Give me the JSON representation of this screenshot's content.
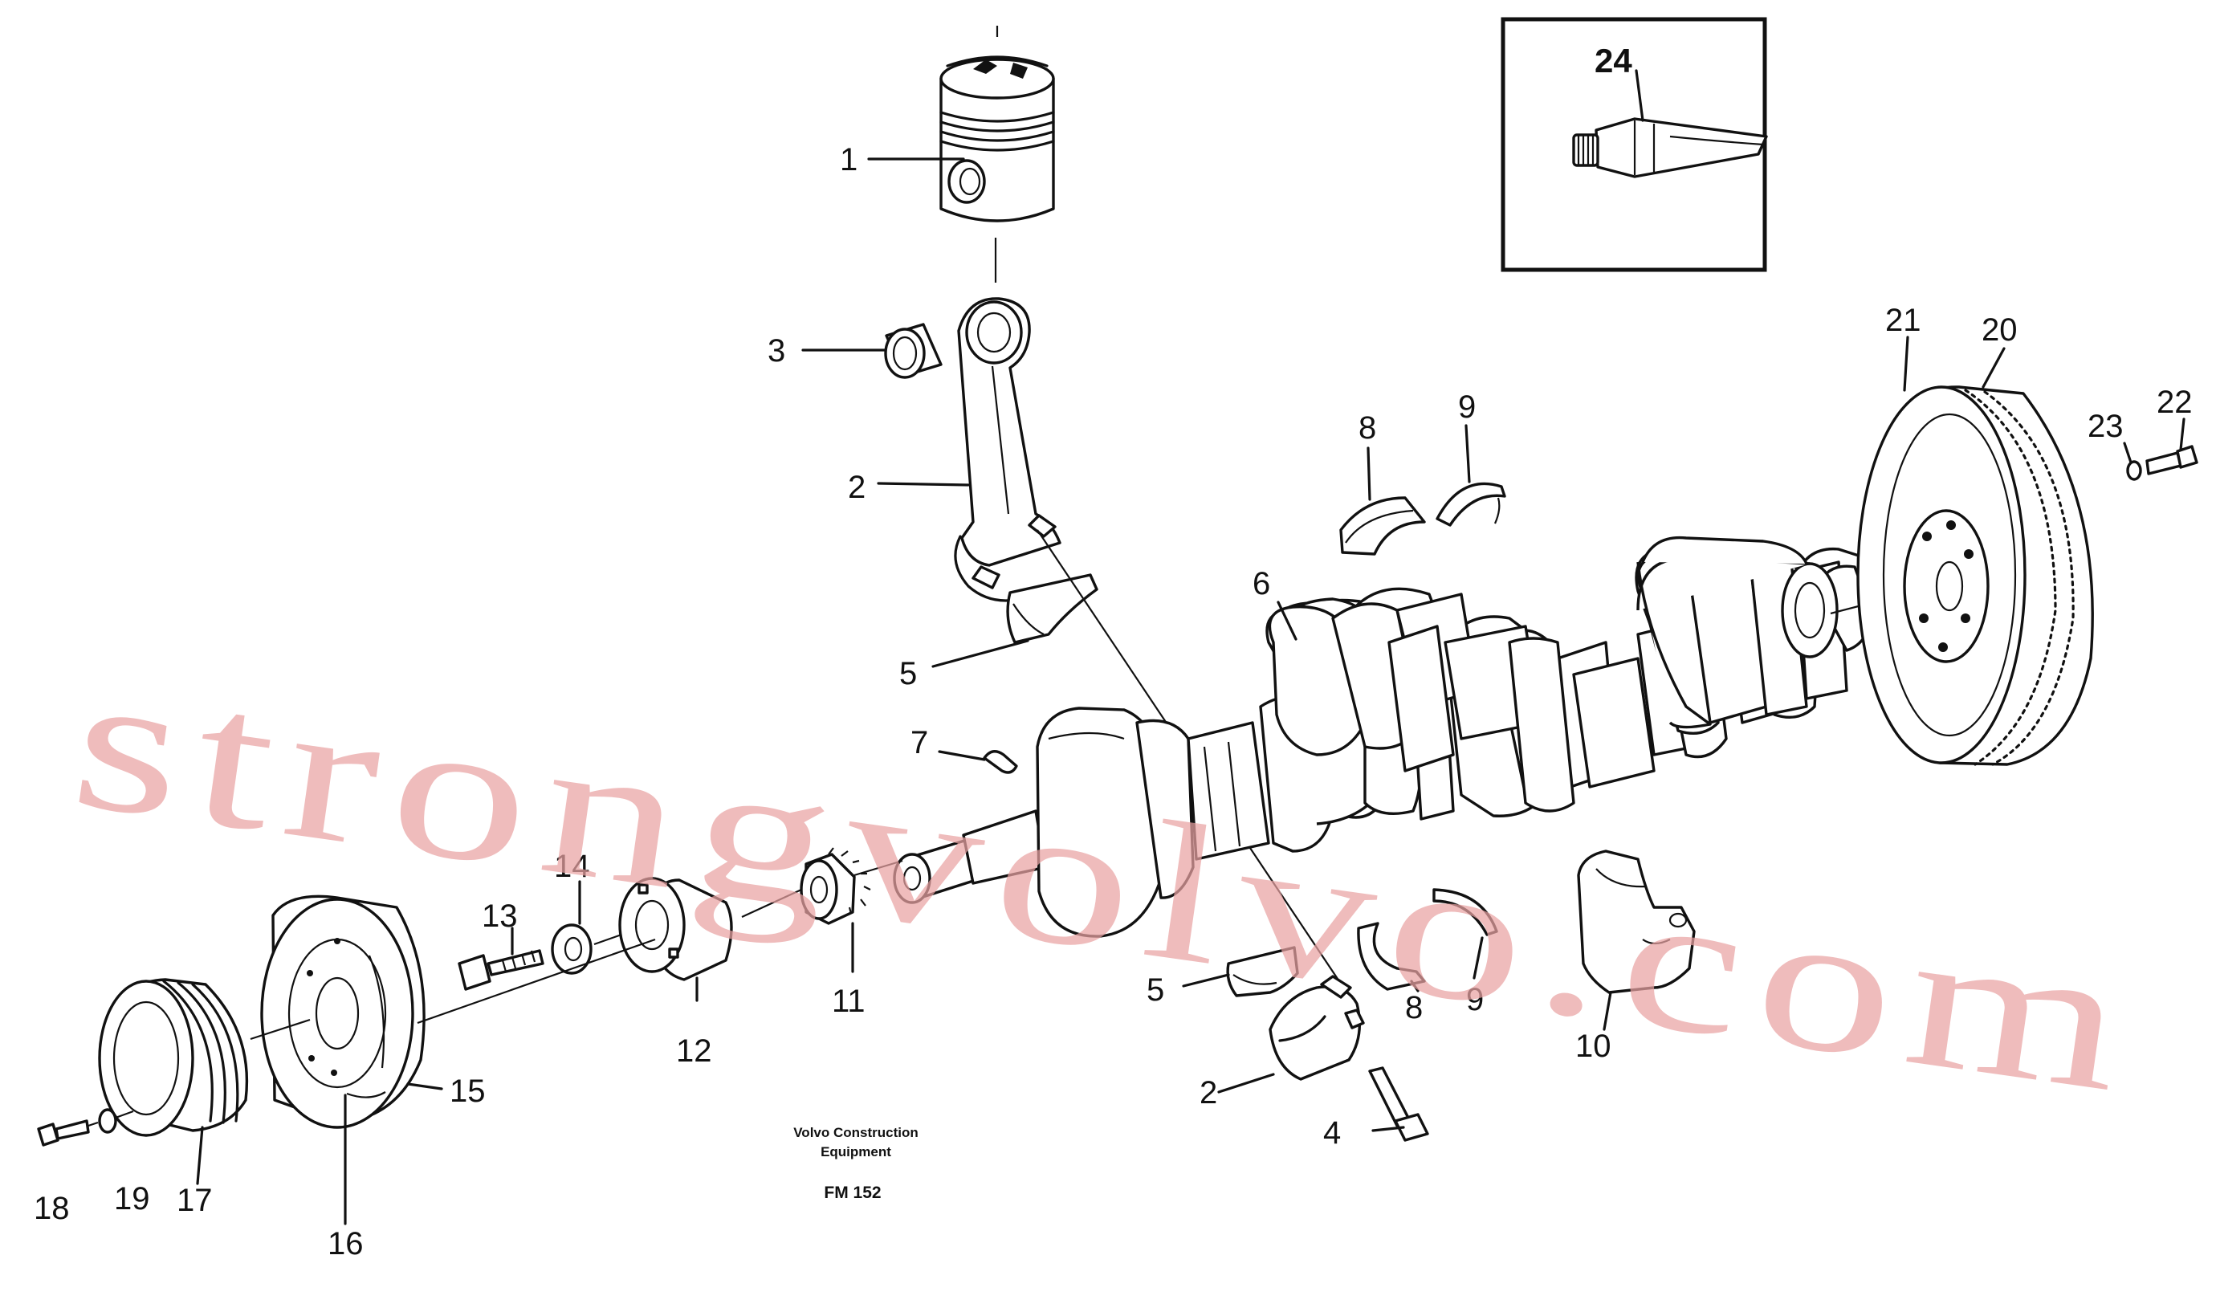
{
  "callouts": [
    {
      "id": "1",
      "label": "1"
    },
    {
      "id": "2a",
      "label": "2"
    },
    {
      "id": "2b",
      "label": "2"
    },
    {
      "id": "3",
      "label": "3"
    },
    {
      "id": "4",
      "label": "4"
    },
    {
      "id": "5a",
      "label": "5"
    },
    {
      "id": "5b",
      "label": "5"
    },
    {
      "id": "6",
      "label": "6"
    },
    {
      "id": "7",
      "label": "7"
    },
    {
      "id": "8a",
      "label": "8"
    },
    {
      "id": "8b",
      "label": "8"
    },
    {
      "id": "9a",
      "label": "9"
    },
    {
      "id": "9b",
      "label": "9"
    },
    {
      "id": "10",
      "label": "10"
    },
    {
      "id": "11",
      "label": "11"
    },
    {
      "id": "12",
      "label": "12"
    },
    {
      "id": "13",
      "label": "13"
    },
    {
      "id": "14",
      "label": "14"
    },
    {
      "id": "15",
      "label": "15"
    },
    {
      "id": "16",
      "label": "16"
    },
    {
      "id": "17",
      "label": "17"
    },
    {
      "id": "18",
      "label": "18"
    },
    {
      "id": "19",
      "label": "19"
    },
    {
      "id": "20",
      "label": "20"
    },
    {
      "id": "21",
      "label": "21"
    },
    {
      "id": "22",
      "label": "22"
    },
    {
      "id": "23",
      "label": "23"
    },
    {
      "id": "24",
      "label": "24"
    }
  ],
  "caption": {
    "line1": "Volvo Construction",
    "line2": "Equipment",
    "code": "FM 152"
  },
  "watermark": "strongvolvo.com"
}
